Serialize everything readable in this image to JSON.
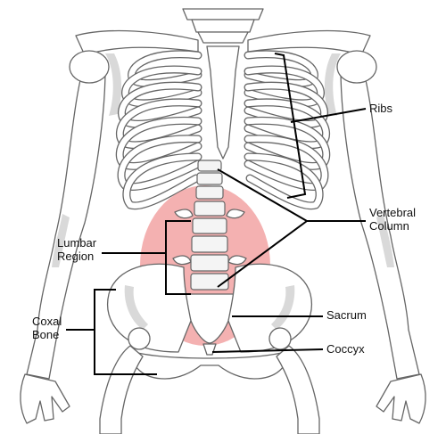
{
  "labels": {
    "ribs": "Ribs",
    "vertebral_line1": "Vertebral",
    "vertebral_line2": "Column",
    "lumbar_line1": "Lumbar",
    "lumbar_line2": "Region",
    "sacrum": "Sacrum",
    "coxal_line1": "Coxal",
    "coxal_line2": "Bone",
    "coccyx": "Coccyx"
  },
  "colors": {
    "highlight": "#f2a3a3",
    "bone_outline": "#666666",
    "bone_shade": "#d9d9d9",
    "leader": "#000000"
  }
}
